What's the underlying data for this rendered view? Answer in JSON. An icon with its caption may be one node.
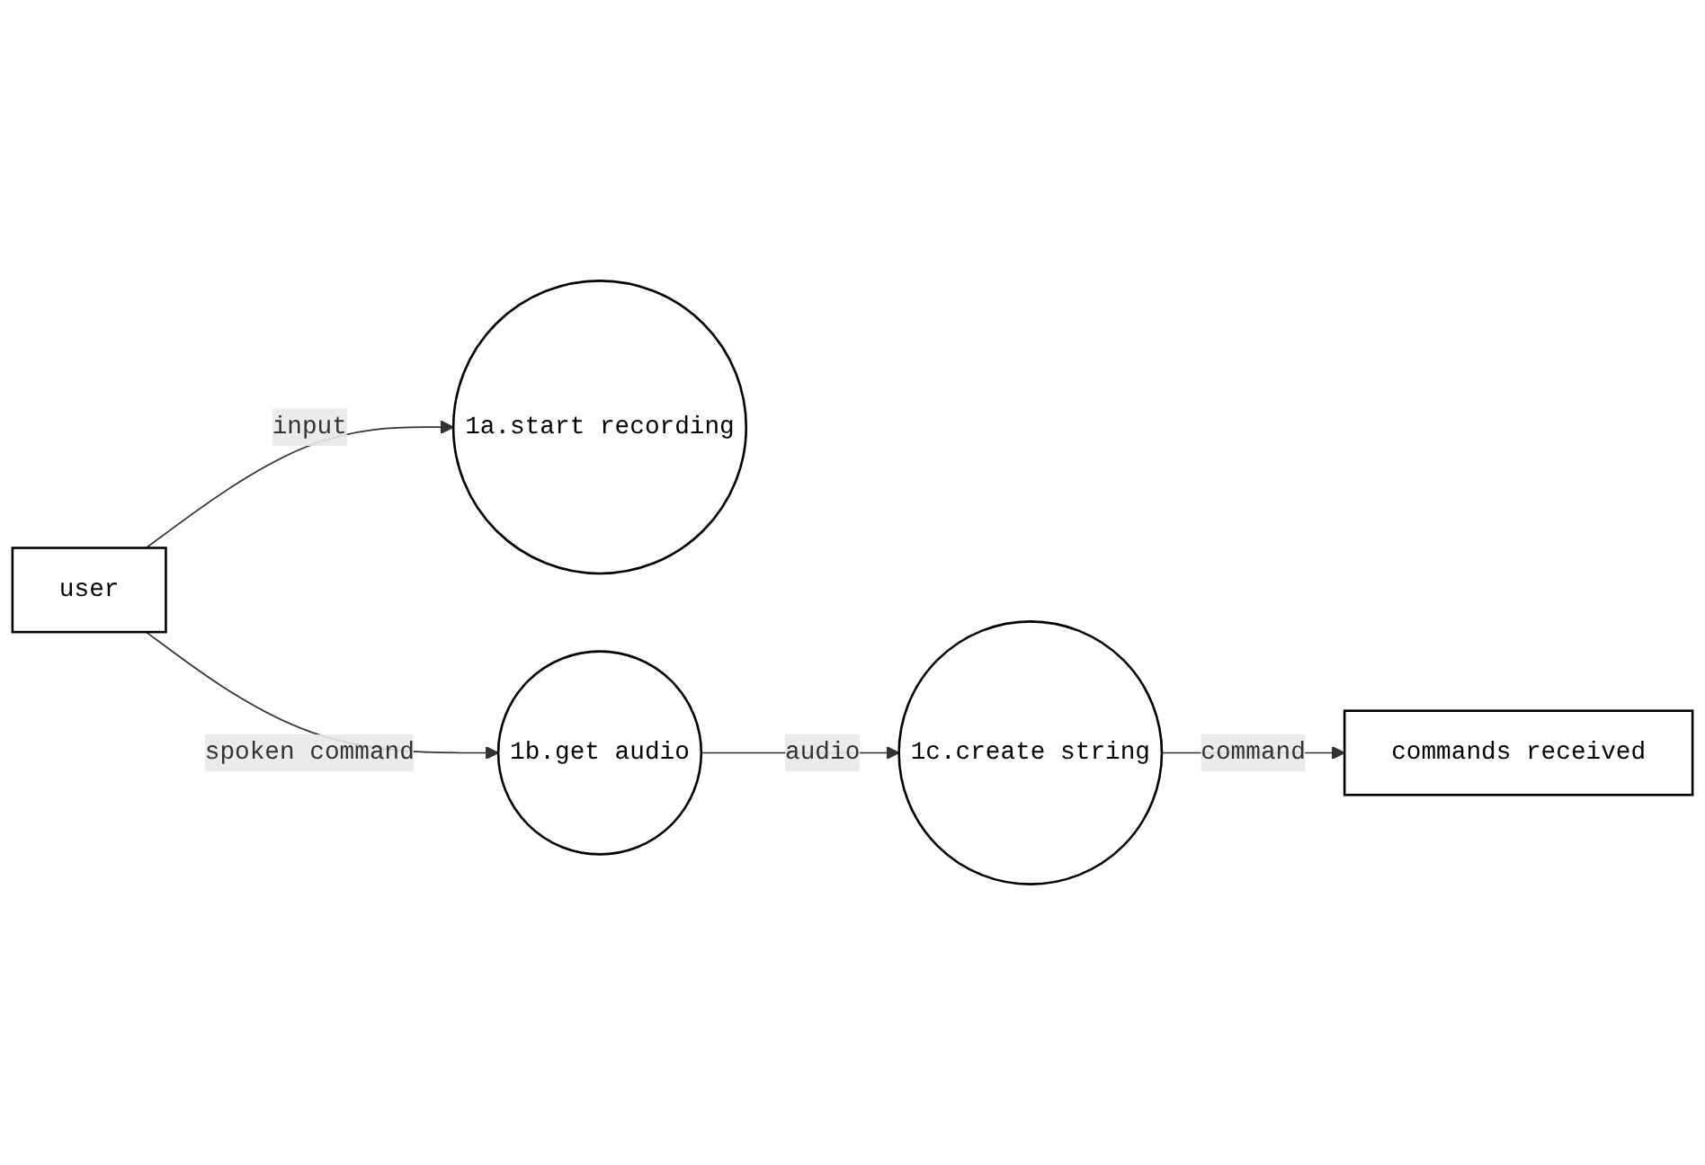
{
  "diagram": {
    "nodes": [
      {
        "text": [
          "user"
        ]
      },
      {
        "text": [
          "1a.start recording"
        ]
      },
      {
        "text": [
          "1b.get audio"
        ]
      },
      {
        "text": [
          "1c.create string"
        ]
      },
      {
        "text": [
          "commands received"
        ]
      }
    ],
    "edges": [
      {
        "from": 0,
        "to": 1,
        "arrow": "to",
        "label": "input"
      },
      {
        "from": 0,
        "to": 2,
        "arrow": "to",
        "label": "spoken command"
      },
      {
        "from": 2,
        "to": 3,
        "arrow": "to",
        "label": "audio"
      },
      {
        "from": 3,
        "to": 4,
        "arrow": "to",
        "label": "command"
      }
    ]
  }
}
